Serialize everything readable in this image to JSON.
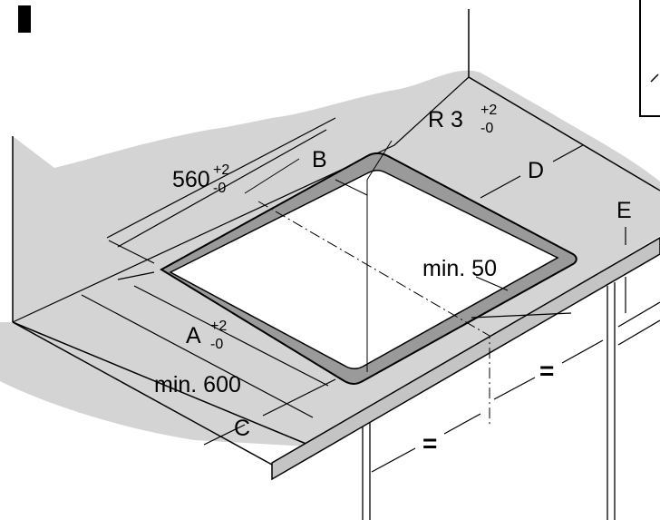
{
  "section_mark": "I",
  "labels": {
    "corner_radius": "R 3",
    "corner_radius_tol_upper": "+2",
    "corner_radius_tol_lower": "-0",
    "cutout_depth": "560",
    "cutout_depth_tol_upper": "+2",
    "cutout_depth_tol_lower": "-0",
    "b": "B",
    "d": "D",
    "e": "E",
    "min_50": "min. 50",
    "a": "A",
    "a_tol_upper": "+2",
    "a_tol_lower": "-0",
    "min_600": "min. 600",
    "c": "C",
    "equal_right": "=",
    "equal_left": "="
  },
  "colors": {
    "worktop_shadow": "#d4d4d4",
    "frame": "#9a9a9a",
    "line": "#000000",
    "background": "#ffffff"
  }
}
